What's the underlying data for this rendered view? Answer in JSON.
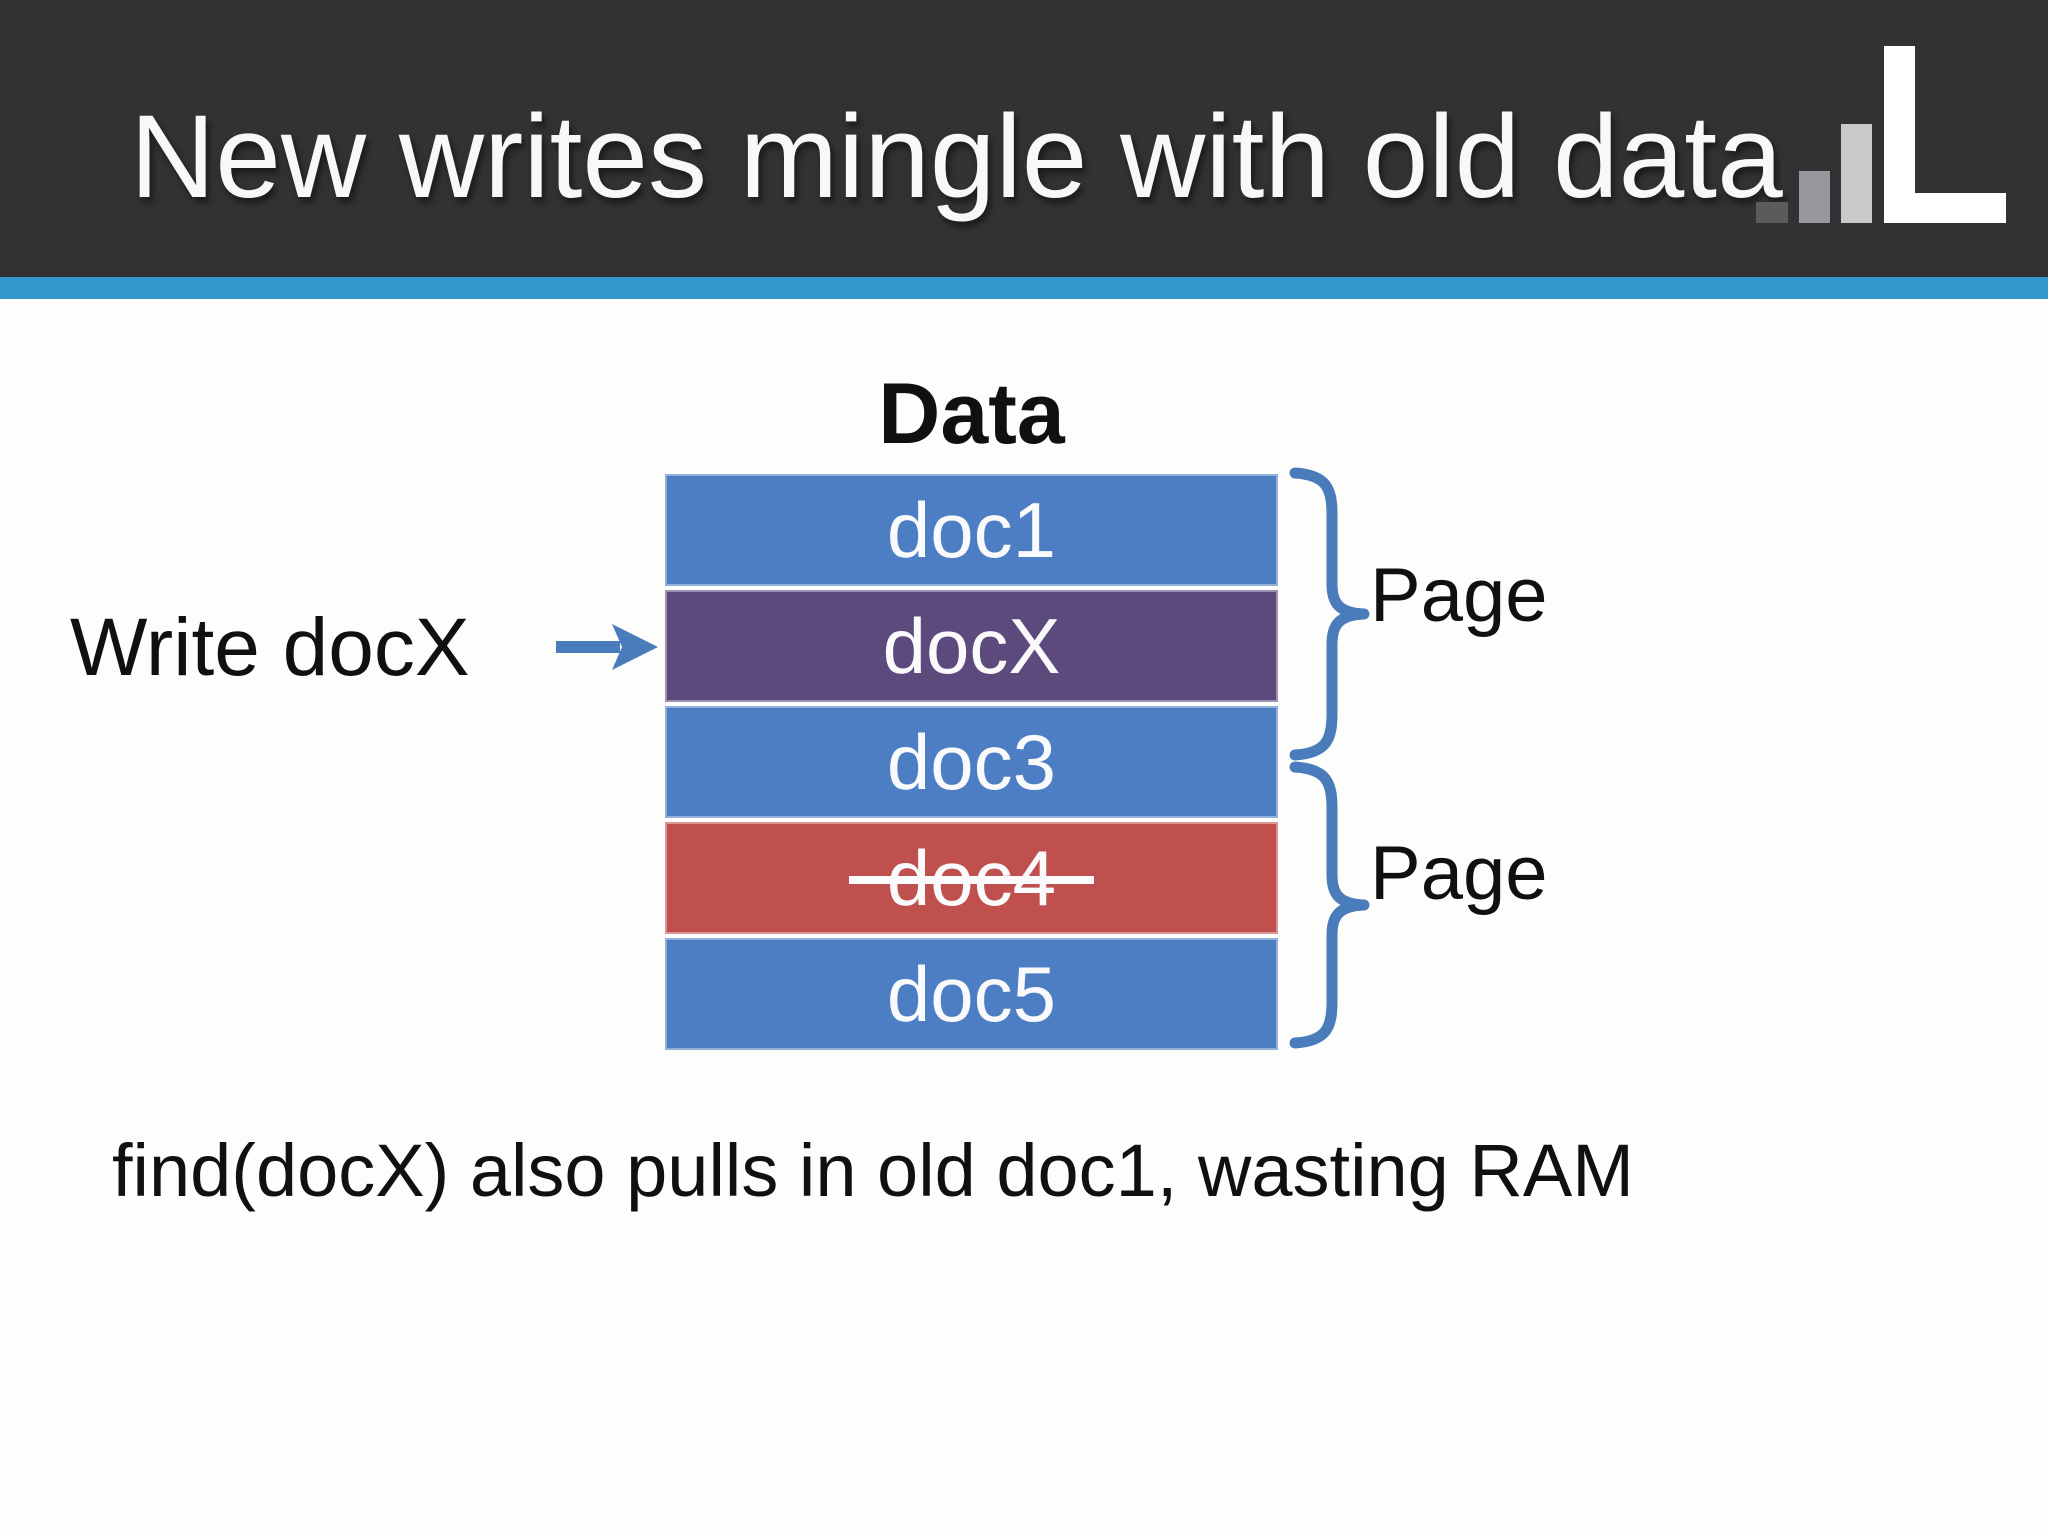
{
  "header": {
    "title": "New writes mingle with old data"
  },
  "logo": {
    "description": "bar-chart-logo",
    "bar_colors": [
      "#5a5b5d",
      "#96989b",
      "#c8c9cb"
    ],
    "l_color": "#ffffff"
  },
  "colors": {
    "header_bg": "#323234",
    "accent_stripe": "#3498cb",
    "slide_background": "#fdfdfb",
    "doc_blue": "#4d7ec3",
    "doc_purple": "#5c4a7d",
    "doc_red": "#c0504d",
    "connector_blue": "#4a7cbb",
    "box_text": "#fafafc",
    "body_text": "#101010"
  },
  "diagram": {
    "data_label": "Data",
    "write_label": "Write docX",
    "boxes": [
      {
        "label": "doc1",
        "color": "#4d7ec3",
        "deleted": false
      },
      {
        "label": "docX",
        "color": "#5c4a7d",
        "deleted": false
      },
      {
        "label": "doc3",
        "color": "#4d7ec3",
        "deleted": false
      },
      {
        "label": "doc4",
        "color": "#c0504d",
        "deleted": true
      },
      {
        "label": "doc5",
        "color": "#4d7ec3",
        "deleted": false
      }
    ],
    "page_labels": [
      "Page",
      "Page"
    ]
  },
  "caption": "find(docX) also pulls in old doc1, wasting RAM"
}
